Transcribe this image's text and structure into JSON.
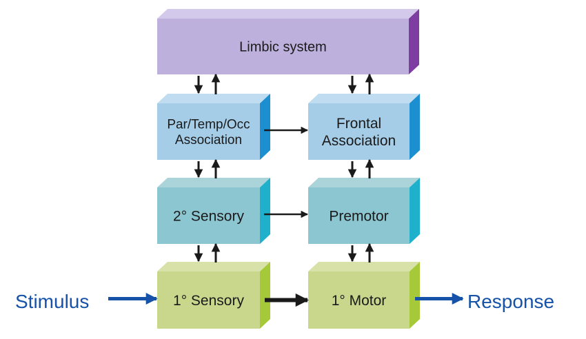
{
  "diagram": {
    "colors": {
      "limbic": {
        "front": "#bdb0dc",
        "top": "#d3c9ea",
        "side": "#7e3da0"
      },
      "association": {
        "front": "#a6cde8",
        "top": "#c0dcf0",
        "side": "#1b8fd0"
      },
      "secondary": {
        "front": "#8cc6d0",
        "top": "#aad4da",
        "side": "#1fb0cc"
      },
      "primary": {
        "front": "#c8d78c",
        "top": "#d8e2a8",
        "side": "#a6c93a"
      },
      "arrow": "#1a1a1a",
      "io": "#1552a8"
    },
    "boxes": [
      {
        "id": "limbic",
        "label_lines": [
          "Limbic system"
        ],
        "style": "limbic"
      },
      {
        "id": "partempocc",
        "label_lines": [
          "Par/Temp/Occ",
          "Association"
        ],
        "style": "association"
      },
      {
        "id": "frontal",
        "label_lines": [
          "Frontal",
          "Association"
        ],
        "style": "association"
      },
      {
        "id": "sensory2",
        "label_lines": [
          "2° Sensory"
        ],
        "style": "secondary"
      },
      {
        "id": "premotor",
        "label_lines": [
          "Premotor"
        ],
        "style": "secondary"
      },
      {
        "id": "sensory1",
        "label_lines": [
          "1° Sensory"
        ],
        "style": "primary"
      },
      {
        "id": "motor1",
        "label_lines": [
          "1° Motor"
        ],
        "style": "primary"
      }
    ],
    "connections": [
      {
        "from": "limbic",
        "to": "partempocc",
        "type": "bidirectional"
      },
      {
        "from": "limbic",
        "to": "frontal",
        "type": "bidirectional"
      },
      {
        "from": "partempocc",
        "to": "sensory2",
        "type": "bidirectional"
      },
      {
        "from": "frontal",
        "to": "premotor",
        "type": "bidirectional"
      },
      {
        "from": "sensory2",
        "to": "sensory1",
        "type": "bidirectional"
      },
      {
        "from": "premotor",
        "to": "motor1",
        "type": "bidirectional"
      },
      {
        "from": "partempocc",
        "to": "frontal",
        "type": "directed"
      },
      {
        "from": "sensory2",
        "to": "premotor",
        "type": "directed"
      },
      {
        "from": "sensory1",
        "to": "motor1",
        "type": "directed",
        "emphasis": "bold"
      }
    ],
    "input": {
      "label": "Stimulus",
      "to": "sensory1"
    },
    "output": {
      "label": "Response",
      "from": "motor1"
    }
  }
}
